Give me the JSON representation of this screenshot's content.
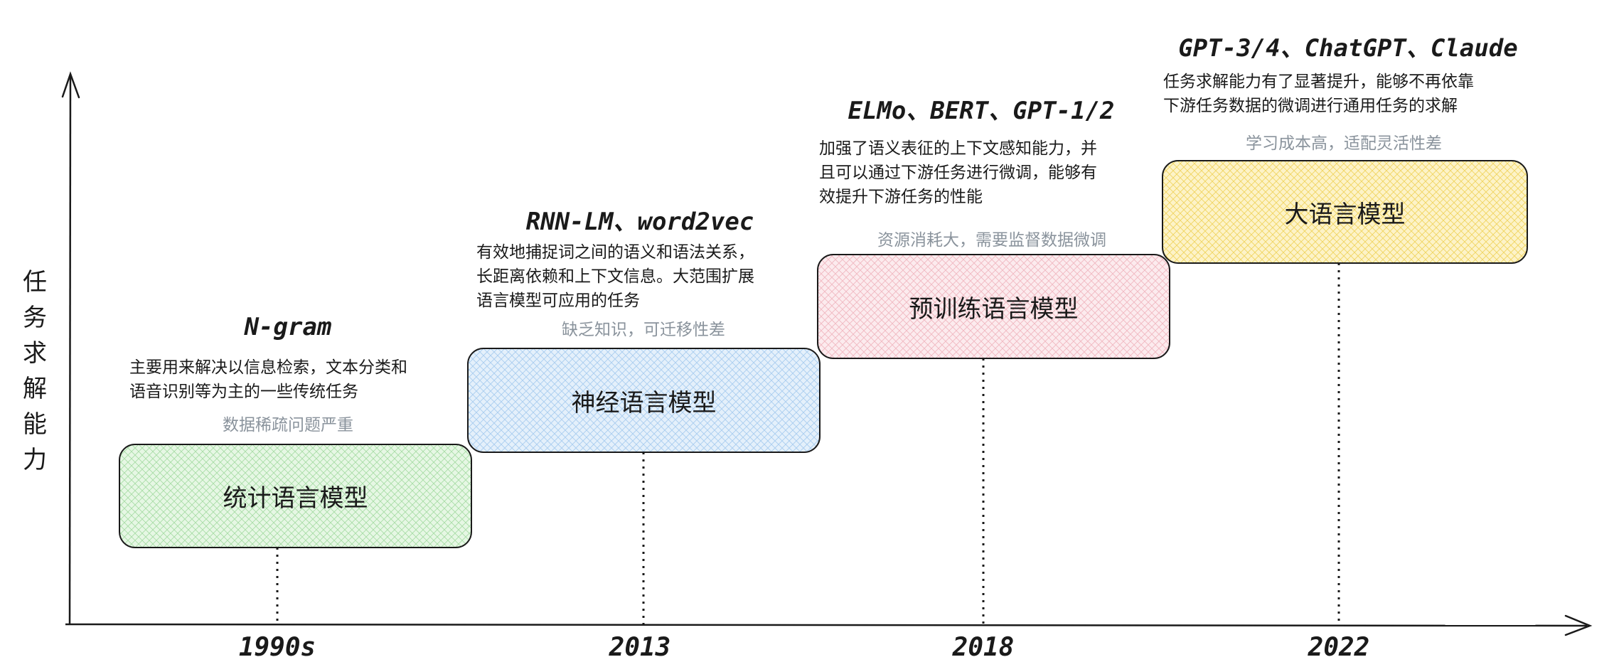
{
  "y_axis_label": "任务求解能力",
  "stages": [
    {
      "year": "1990s",
      "models": "N-gram",
      "description": [
        "主要用来解决以信息检索，文本分类和",
        "语音识别等为主的一些传统任务"
      ],
      "limitation": "数据稀疏问题严重",
      "name": "统计语言模型",
      "color": "#cdeecd"
    },
    {
      "year": "2013",
      "models": "RNN-LM、word2vec",
      "description": [
        "有效地捕捉词之间的语义和语法关系，",
        "长距离依赖和上下文信息。大范围扩展",
        "语言模型可应用的任务"
      ],
      "limitation": "缺乏知识，可迁移性差",
      "name": "神经语言模型",
      "color": "#cfe4f7"
    },
    {
      "year": "2018",
      "models": "ELMo、BERT、GPT-1/2",
      "description": [
        "加强了语义表征的上下文感知能力，并",
        "且可以通过下游任务进行微调，能够有",
        "效提升下游任务的性能"
      ],
      "limitation": "资源消耗大，需要监督数据微调",
      "name": "预训练语言模型",
      "color": "#f9d6db"
    },
    {
      "year": "2022",
      "models": "GPT-3/4、ChatGPT、Claude",
      "description": [
        "任务求解能力有了显著提升，能够不再依靠",
        "下游任务数据的微调进行通用任务的求解"
      ],
      "limitation": "学习成本高，适配灵活性差",
      "name": "大语言模型",
      "color": "#fbeaa5"
    }
  ]
}
